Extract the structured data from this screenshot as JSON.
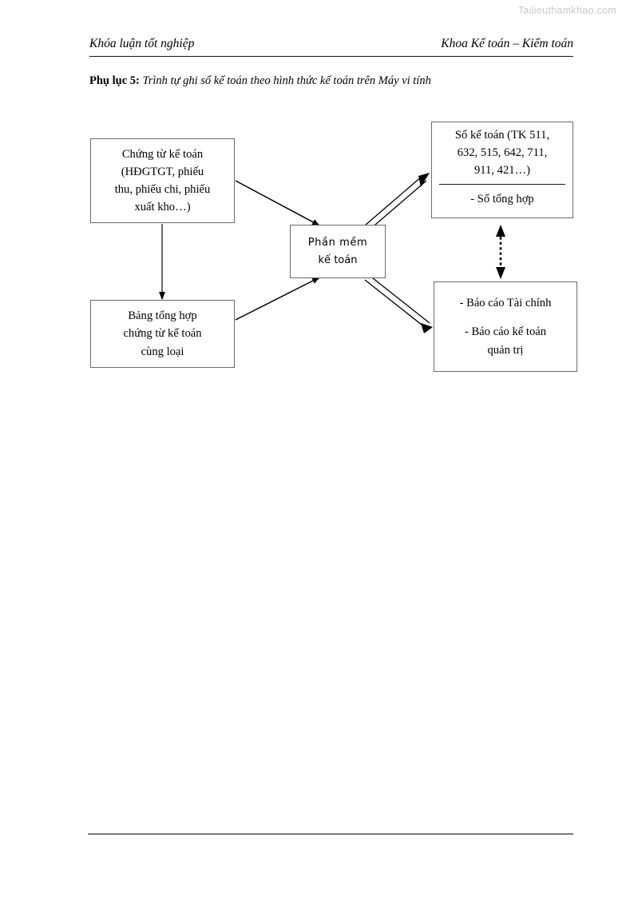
{
  "watermark": "Tailieuthamkhao.com",
  "header": {
    "left": "Khóa luận tốt nghiệp",
    "right": "Khoa Kế toán – Kiểm toán"
  },
  "caption": {
    "label": "Phụ lục 5",
    "separator": ": ",
    "text": "Trình tự ghi sổ kế toán theo hình thức kế toán trên Máy vi tính"
  },
  "diagram": {
    "nodes": {
      "vouchers": {
        "name": "Chứng từ kế toán",
        "lines": [
          "Chứng từ kế toán",
          "(HĐGTGT, phiếu",
          "thu, phiếu chi, phiếu",
          "xuất kho…)"
        ]
      },
      "summary": {
        "name": "Bảng tổng hợp chứng từ kế toán cùng loại",
        "lines": [
          "Bảng tổng hợp",
          "chứng từ kế toán",
          "cùng loại"
        ]
      },
      "software": {
        "name": "Phần mềm kế toán",
        "lines": [
          "Phần  mềm",
          "kế toán"
        ]
      },
      "ledger": {
        "name": "Sổ kế toán",
        "top_lines": [
          "Sổ kế toán (TK 511,",
          "632, 515, 642, 711,",
          "911, 421…)"
        ],
        "bottom_lines": [
          "- Sổ tổng hợp"
        ]
      },
      "reports": {
        "name": "Báo cáo",
        "lines": [
          "- Báo cáo Tài chính",
          "- Báo cáo kế toán",
          "quản trị"
        ],
        "line1": "- Báo cáo Tài chính",
        "line2": "- Báo cáo kế toán",
        "line3": "quản trị"
      }
    },
    "connectors": [
      {
        "id": "vouchers-to-software",
        "style": "solid-single",
        "from": "vouchers",
        "to": "software"
      },
      {
        "id": "vouchers-to-summary",
        "style": "solid-single",
        "from": "vouchers",
        "to": "summary"
      },
      {
        "id": "summary-to-software",
        "style": "solid-single",
        "from": "summary",
        "to": "software"
      },
      {
        "id": "software-to-ledger",
        "style": "solid-double",
        "from": "software",
        "to": "ledger"
      },
      {
        "id": "software-to-reports",
        "style": "solid-double",
        "from": "software",
        "to": "reports"
      },
      {
        "id": "ledger-reports-link",
        "style": "dotted-bidirectional",
        "from": "ledger",
        "to": "reports"
      }
    ]
  },
  "colors": {
    "ink": "#000000",
    "box_border": "#6b6b6b",
    "header_rule": "#1a1a1a",
    "footer_rule": "#7a7a7a",
    "watermark": "#c9c9c9"
  }
}
